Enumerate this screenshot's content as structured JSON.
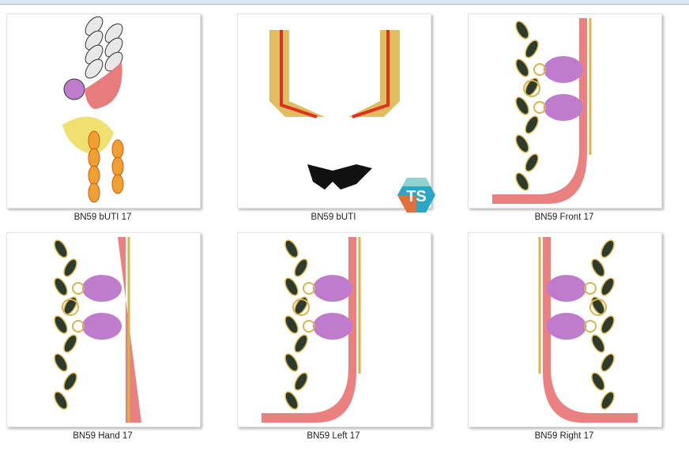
{
  "items": [
    {
      "label": "BN59 bUTI 17",
      "art": "peacock"
    },
    {
      "label": "BN59 bUTI",
      "art": "buti"
    },
    {
      "label": "BN59 Front 17",
      "art": "front"
    },
    {
      "label": "BN59 Hand 17",
      "art": "hand"
    },
    {
      "label": "BN59 Left 17",
      "art": "left"
    },
    {
      "label": "BN59 Right 17",
      "art": "right"
    }
  ],
  "watermark": {
    "text": "TS"
  },
  "colors": {
    "band": "#e86a6a",
    "leaf": "#2d3a2e",
    "purple": "#c07ccc",
    "gold": "#d9b44a"
  }
}
